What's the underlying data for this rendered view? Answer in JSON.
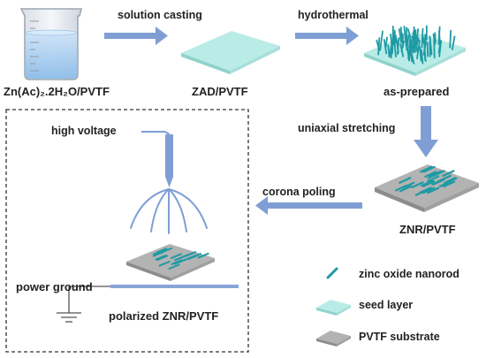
{
  "process": {
    "start_label": "Zn(Ac)₂.2H₂O/PVTF",
    "step1_label": "solution casting",
    "film_label": "ZAD/PVTF",
    "step2_label": "hydrothermal",
    "prepared_label": "as-prepared",
    "step3_label": "uniaxial stretching",
    "znr_label": "ZNR/PVTF",
    "step4_label": "corona poling"
  },
  "poling_setup": {
    "voltage_label": "high voltage",
    "ground_label": "power ground",
    "result_label": "polarized ZNR/PVTF"
  },
  "legend": {
    "items": [
      {
        "icon": "nanorod-icon",
        "label": "zinc oxide nanorod"
      },
      {
        "icon": "seed-layer-icon",
        "label": "seed layer"
      },
      {
        "icon": "substrate-icon",
        "label": "PVTF substrate"
      }
    ]
  },
  "colors": {
    "arrow": "#7f9fd4",
    "nanorod": "#1f9aa4",
    "seed_layer": "#b9ece6",
    "substrate": "#b3b3b3",
    "beaker_liquid": "#a8cdef",
    "ground_line": "#86a6d8"
  }
}
